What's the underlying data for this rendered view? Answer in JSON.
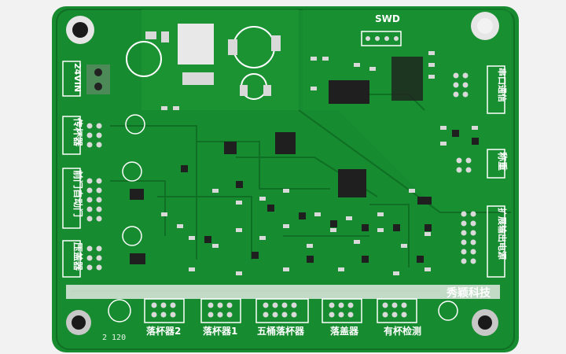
{
  "board": {
    "labels": {
      "swd": "SWD",
      "power_in": "24VIN",
      "serial_port": "串口通信",
      "cup_sensor": "传杯器",
      "auto_door": "前门自动门",
      "lid_presser": "压盖器",
      "weigh": "称重",
      "expansion": "扩展输出电源",
      "brand": "秀颖科技",
      "cup_drop_2": "落杯器2",
      "cup_drop_1": "落杯器1",
      "five_tube_cup_drop": "五桶落杯器",
      "lid_drop": "落盖器",
      "cup_detect": "有杯检测",
      "corner_mark": "2 120"
    },
    "colors": {
      "pcb": "#178b2f",
      "pcb_dark": "#0f6f25",
      "pad": "#d9d9d9",
      "mounting_hole": "#1a1a1a",
      "background": "#f2f2f2"
    }
  }
}
